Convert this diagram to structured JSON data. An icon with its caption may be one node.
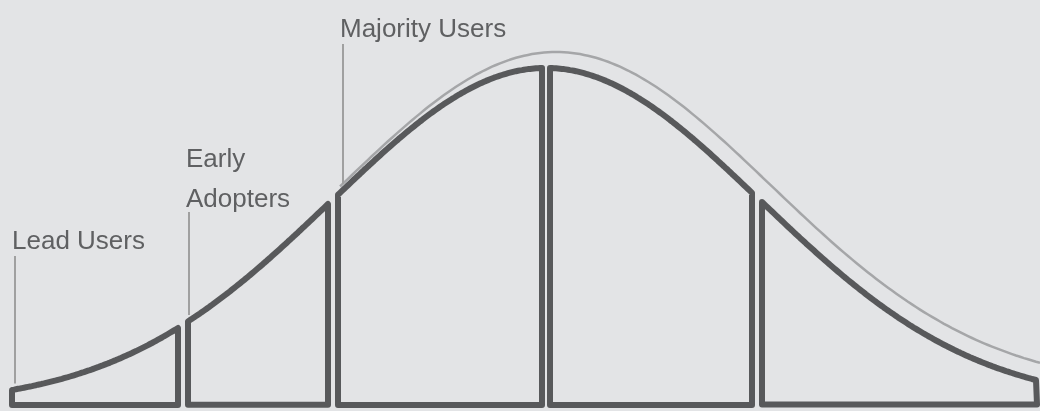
{
  "diagram": {
    "nodes": [
      {
        "text": [
          "Lead Users"
        ]
      },
      {
        "text": [
          "Early Adopters"
        ]
      },
      {
        "text": [
          "Majority Users"
        ]
      },
      {
        "text": [],
        "shape": "box"
      },
      {
        "text": [],
        "shape": "box"
      },
      {
        "text": [],
        "shape": "box"
      },
      {
        "text": [],
        "shape": "box"
      },
      {
        "text": [],
        "shape": "box"
      }
    ],
    "edges": [
      {
        "from": 0,
        "to": 3,
        "arrow": "none"
      },
      {
        "from": 1,
        "to": 4,
        "arrow": "none"
      },
      {
        "from": 2,
        "to": 5,
        "arrow": "none"
      }
    ]
  }
}
